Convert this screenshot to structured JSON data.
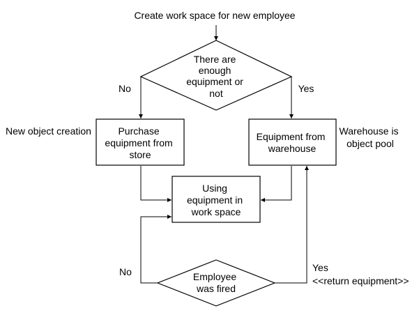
{
  "title": "Create work space for new employee",
  "decision_enough": {
    "lines": [
      "There are",
      "enough",
      "equipment or",
      "not"
    ]
  },
  "edge_no_top": "No",
  "edge_yes_top": "Yes",
  "purchase_box": {
    "lines": [
      "Purchase",
      "equipment from",
      "store"
    ]
  },
  "warehouse_box": {
    "lines": [
      "Equipment from",
      "warehouse"
    ]
  },
  "using_box": {
    "lines": [
      "Using",
      "equipment in",
      "work space"
    ]
  },
  "decision_fired": {
    "lines": [
      "Employee",
      "was fired"
    ]
  },
  "edge_no_bottom": "No",
  "edge_yes_bottom": {
    "lines": [
      "Yes",
      "<<return equipment>>"
    ]
  },
  "note_left": "New object creation",
  "note_right": {
    "lines": [
      "Warehouse is",
      "object pool"
    ]
  }
}
